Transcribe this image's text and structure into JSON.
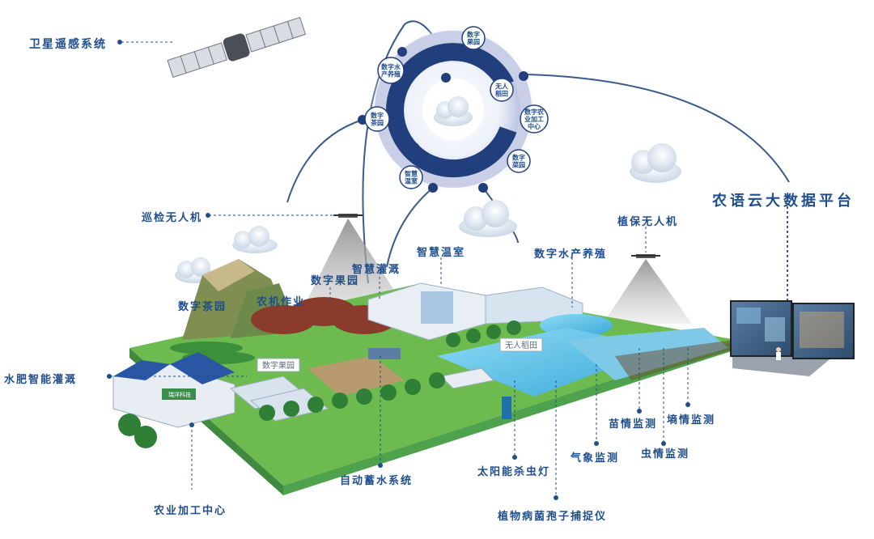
{
  "labels": {
    "satellite": "卫星遥感系统",
    "patrol_drone": "巡检无人机",
    "tea_garden": "数字茶园",
    "farm_work": "农机作业",
    "orchard": "数字果园",
    "smart_irrigation": "智慧灌溉",
    "smart_greenhouse": "智慧温室",
    "aquaculture": "数字水产养殖",
    "plant_drone": "植保无人机",
    "platform": "农语云大数据平台",
    "fertigation": "水肥智能灌溉",
    "processing_center": "农业加工中心",
    "water_storage": "自动蓄水系统",
    "insect_lamp": "太阳能杀虫灯",
    "spore_trap": "植物病菌孢子捕捉仪",
    "weather": "气象监测",
    "seedling": "苗情监测",
    "pest": "虫情监测",
    "soil": "墒情监测"
  },
  "ring_nodes": {
    "orchard": [
      "数字",
      "果园"
    ],
    "aquaculture": [
      "数字水",
      "产养殖"
    ],
    "rice": [
      "无人",
      "稻田"
    ],
    "processing": [
      "数字农",
      "业加工",
      "中心"
    ],
    "tea": [
      "数字",
      "茶园"
    ],
    "vegetable": [
      "数字",
      "菜园"
    ],
    "greenhouse": [
      "智慧",
      "温室"
    ]
  },
  "signs": {
    "orchard_sign": "数字果园",
    "rice_sign": "无人稻田",
    "building_logo": "瑞洋科技"
  },
  "colors": {
    "brand_blue": "#1f4e8c",
    "ring_dark": "#213f7c",
    "field_blue": "#6cc3e8",
    "grass": "#6dbb4f",
    "base_green": "#4ea24d"
  }
}
